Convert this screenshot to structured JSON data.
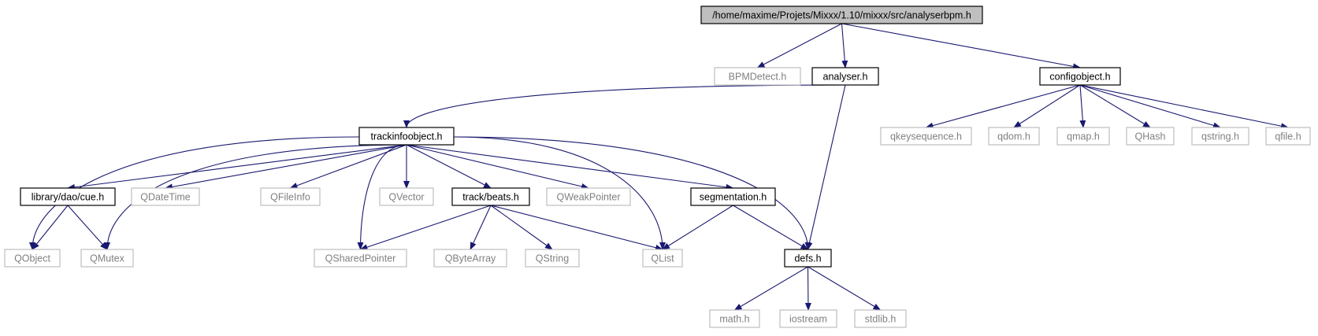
{
  "colors": {
    "edge": "#191970",
    "background": "#ffffff",
    "root_fill": "#bfbfbf",
    "documented_border": "#000000",
    "external_border": "#bfbfbf",
    "documented_text": "#000000",
    "external_text": "#808080"
  },
  "nodes": [
    {
      "id": "analyserbpm",
      "label": "/home/maxime/Projets/Mixxx/1.10/mixxx/src/analyserbpm.h",
      "kind": "root"
    },
    {
      "id": "bpmdetect",
      "label": "BPMDetect.h",
      "kind": "external"
    },
    {
      "id": "analyser",
      "label": "analyser.h",
      "kind": "documented"
    },
    {
      "id": "configobject",
      "label": "configobject.h",
      "kind": "documented"
    },
    {
      "id": "trackinfoobject",
      "label": "trackinfoobject.h",
      "kind": "documented"
    },
    {
      "id": "qkeysequence",
      "label": "qkeysequence.h",
      "kind": "external"
    },
    {
      "id": "qdom",
      "label": "qdom.h",
      "kind": "external"
    },
    {
      "id": "qmap",
      "label": "qmap.h",
      "kind": "external"
    },
    {
      "id": "qhash",
      "label": "QHash",
      "kind": "external"
    },
    {
      "id": "qstringh",
      "label": "qstring.h",
      "kind": "external"
    },
    {
      "id": "qfile",
      "label": "qfile.h",
      "kind": "external"
    },
    {
      "id": "cue",
      "label": "library/dao/cue.h",
      "kind": "documented"
    },
    {
      "id": "qdatetime",
      "label": "QDateTime",
      "kind": "external"
    },
    {
      "id": "qfileinfo",
      "label": "QFileInfo",
      "kind": "external"
    },
    {
      "id": "qvector",
      "label": "QVector",
      "kind": "external"
    },
    {
      "id": "beats",
      "label": "track/beats.h",
      "kind": "documented"
    },
    {
      "id": "qweakpointer",
      "label": "QWeakPointer",
      "kind": "external"
    },
    {
      "id": "segmentation",
      "label": "segmentation.h",
      "kind": "documented"
    },
    {
      "id": "qobject",
      "label": "QObject",
      "kind": "external"
    },
    {
      "id": "qmutex",
      "label": "QMutex",
      "kind": "external"
    },
    {
      "id": "qsharedpointer",
      "label": "QSharedPointer",
      "kind": "external"
    },
    {
      "id": "qbytearray",
      "label": "QByteArray",
      "kind": "external"
    },
    {
      "id": "qstring",
      "label": "QString",
      "kind": "external"
    },
    {
      "id": "qlist",
      "label": "QList",
      "kind": "external"
    },
    {
      "id": "defs",
      "label": "defs.h",
      "kind": "documented"
    },
    {
      "id": "math",
      "label": "math.h",
      "kind": "external"
    },
    {
      "id": "iostream",
      "label": "iostream",
      "kind": "external"
    },
    {
      "id": "stdlib",
      "label": "stdlib.h",
      "kind": "external"
    }
  ],
  "edges": [
    {
      "from": "analyserbpm",
      "to": "bpmdetect"
    },
    {
      "from": "analyserbpm",
      "to": "analyser"
    },
    {
      "from": "analyserbpm",
      "to": "configobject"
    },
    {
      "from": "analyser",
      "to": "trackinfoobject"
    },
    {
      "from": "analyser",
      "to": "defs"
    },
    {
      "from": "configobject",
      "to": "qkeysequence"
    },
    {
      "from": "configobject",
      "to": "qdom"
    },
    {
      "from": "configobject",
      "to": "qmap"
    },
    {
      "from": "configobject",
      "to": "qhash"
    },
    {
      "from": "configobject",
      "to": "qstringh"
    },
    {
      "from": "configobject",
      "to": "qfile"
    },
    {
      "from": "trackinfoobject",
      "to": "qobject"
    },
    {
      "from": "trackinfoobject",
      "to": "cue"
    },
    {
      "from": "trackinfoobject",
      "to": "qdatetime"
    },
    {
      "from": "trackinfoobject",
      "to": "qmutex"
    },
    {
      "from": "trackinfoobject",
      "to": "qfileinfo"
    },
    {
      "from": "trackinfoobject",
      "to": "qsharedpointer"
    },
    {
      "from": "trackinfoobject",
      "to": "qvector"
    },
    {
      "from": "trackinfoobject",
      "to": "beats"
    },
    {
      "from": "trackinfoobject",
      "to": "qweakpointer"
    },
    {
      "from": "trackinfoobject",
      "to": "segmentation"
    },
    {
      "from": "trackinfoobject",
      "to": "qlist"
    },
    {
      "from": "trackinfoobject",
      "to": "defs"
    },
    {
      "from": "cue",
      "to": "qobject"
    },
    {
      "from": "cue",
      "to": "qmutex"
    },
    {
      "from": "beats",
      "to": "qsharedpointer"
    },
    {
      "from": "beats",
      "to": "qbytearray"
    },
    {
      "from": "beats",
      "to": "qstring"
    },
    {
      "from": "beats",
      "to": "qlist"
    },
    {
      "from": "segmentation",
      "to": "qlist"
    },
    {
      "from": "segmentation",
      "to": "defs"
    },
    {
      "from": "defs",
      "to": "math"
    },
    {
      "from": "defs",
      "to": "iostream"
    },
    {
      "from": "defs",
      "to": "stdlib"
    }
  ]
}
